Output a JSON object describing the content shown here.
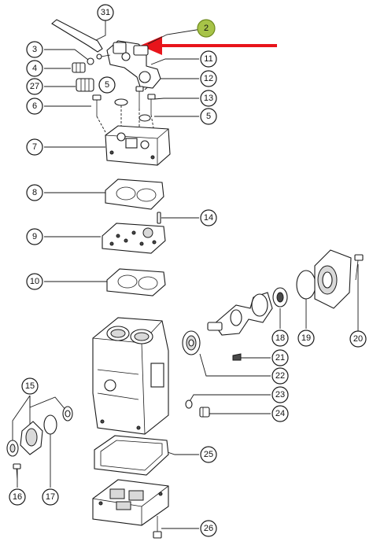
{
  "highlight_color": "#a7c348",
  "arrow_color": "#e8141b",
  "callouts": {
    "c31": "31",
    "c2": "2",
    "c3": "3",
    "c11": "11",
    "c4": "4",
    "c12": "12",
    "c27": "27",
    "c5a": "5",
    "c13": "13",
    "c6": "6",
    "c5b": "5",
    "c7": "7",
    "c8": "8",
    "c14": "14",
    "c9": "9",
    "c10": "10",
    "c20": "20",
    "c18": "18",
    "c19": "19",
    "c21": "21",
    "c22": "22",
    "c23": "23",
    "c15": "15",
    "c24": "24",
    "c25": "25",
    "c16": "16",
    "c17": "17",
    "c26": "26"
  }
}
